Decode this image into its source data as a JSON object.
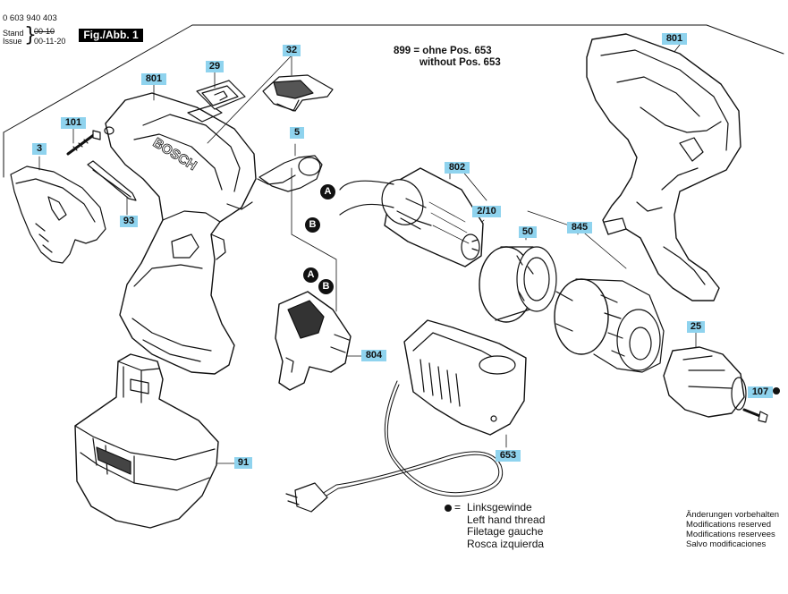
{
  "header": {
    "doc_number": "0 603 940 403",
    "stand_label": "Stand",
    "issue_label": "Issue",
    "stand_value": "00-10",
    "issue_value": "00-11-20",
    "figure_label": "Fig./Abb. 1"
  },
  "note": {
    "line1": "899 = ohne Pos. 653",
    "line2": "without Pos. 653"
  },
  "callouts": {
    "c801a": "801",
    "c29": "29",
    "c32": "32",
    "c101": "101",
    "c3": "3",
    "c5": "5",
    "c93": "93",
    "c802": "802",
    "c210": "2/10",
    "c50": "50",
    "c845": "845",
    "c801b": "801",
    "c804": "804",
    "c25": "25",
    "c107": "107",
    "c91": "91",
    "c653": "653"
  },
  "wire_labels": {
    "a1": "A",
    "b1": "B",
    "a2": "A",
    "b2": "B"
  },
  "brand": "BOSCH",
  "legend": {
    "eq": "=",
    "de": "Linksgewinde",
    "en": "Left hand thread",
    "fr": "Filetage gauche",
    "es": "Rosca izquierda"
  },
  "modifications": {
    "de": "Änderungen vorbehalten",
    "en": "Modifications reserved",
    "fr": "Modifications reservees",
    "es": "Salvo modificaciones"
  }
}
